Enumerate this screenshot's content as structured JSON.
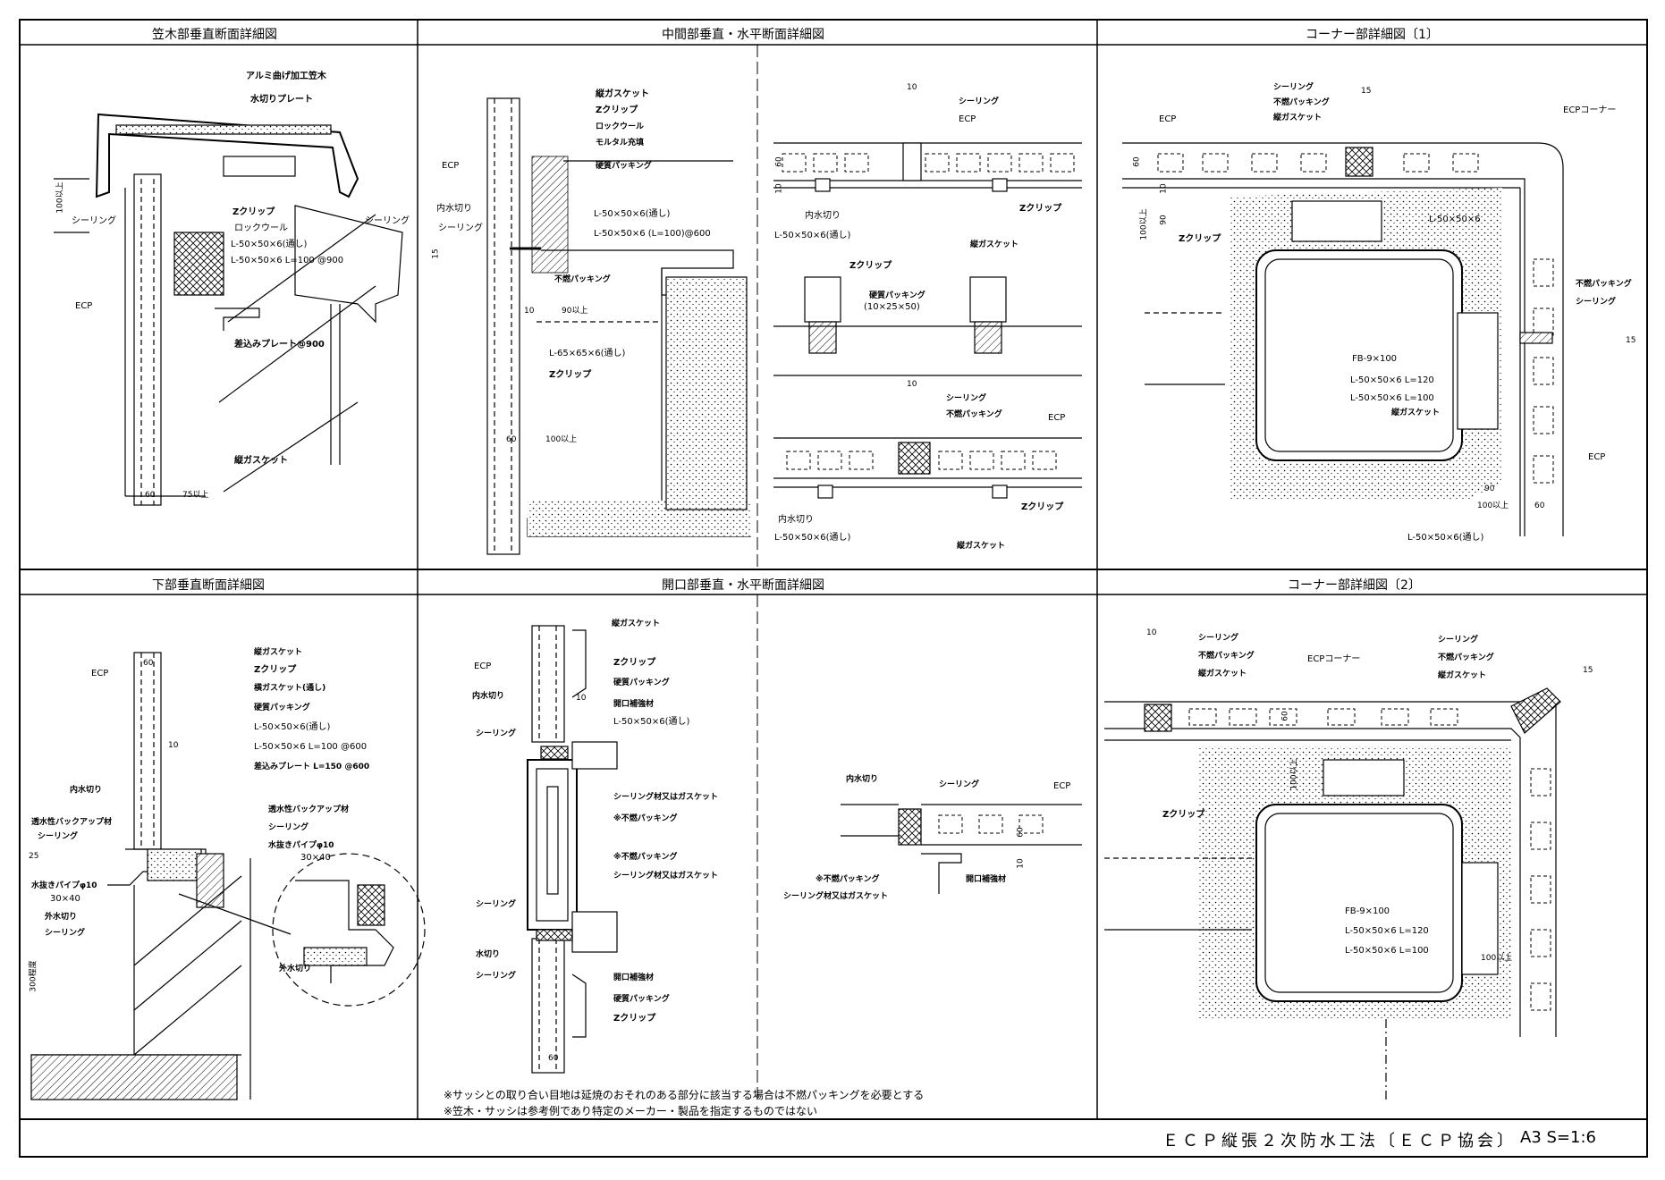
{
  "panels": {
    "p1": {
      "title": "笠木部垂直断面詳細図",
      "labels": {
        "alumi": "アルミ曲げ加工笠木",
        "mizukiri_plate": "水切りプレート",
        "dim100": "100以上",
        "sealing_l": "シーリング",
        "sealing_r": "シーリング",
        "zclip": "Zクリップ",
        "rockwool": "ロックウール",
        "angle1": "L-50×50×6(通し)",
        "angle2": "L-50×50×6  L=100 @900",
        "ecp": "ECP",
        "plate": "差込みプレート@900",
        "gasket": "縦ガスケット",
        "dim60": "60",
        "dim75": "75以上"
      }
    },
    "p2": {
      "title": "中間部垂直・水平断面詳細図",
      "labels": {
        "gasket": "縦ガスケット",
        "zclip": "Zクリップ",
        "rockwool": "ロックウール",
        "mortar": "モルタル充填",
        "ecp": "ECP",
        "hard_packing": "硬質パッキング",
        "inner_mizukiri": "内水切り",
        "angle1": "L-50×50×6(通し)",
        "sealing": "シーリング",
        "angle2": "L-50×50×6 (L=100)@600",
        "dim15": "15",
        "fire_packing": "不燃パッキング",
        "dim90": "90以上",
        "dim10": "10",
        "angle3": "L-65×65×6(通し)",
        "zclip2": "Zクリップ",
        "dim60": "60",
        "dim100": "100以上",
        "h_dim10": "10",
        "h_sealing": "シーリング",
        "h_ecp": "ECP",
        "h_dim60": "60",
        "h_dim10b": "10",
        "h_inner": "内水切り",
        "h_angle": "L-50×50×6(通し)",
        "h_zclip": "Zクリップ",
        "h_gasket": "縦ガスケット",
        "c_zclip": "Zクリップ",
        "c_hard": "硬質パッキング",
        "c_size": "(10×25×50)",
        "b_dim10": "10",
        "b_sealing": "シーリング",
        "b_fire": "不燃パッキング",
        "b_ecp": "ECP",
        "b_zclip": "Zクリップ",
        "b_inner": "内水切り",
        "b_angle": "L-50×50×6(通し)",
        "b_gasket": "縦ガスケット"
      }
    },
    "p3": {
      "title": "コーナー部詳細図〔1〕",
      "labels": {
        "sealing": "シーリング",
        "fire_packing": "不燃パッキング",
        "gasket": "縦ガスケット",
        "dim15": "15",
        "ecp": "ECP",
        "ecp_corner": "ECPコーナー",
        "dim60": "60",
        "dim10": "10",
        "dim90": "90",
        "dim100": "100以上",
        "zclip": "Zクリップ",
        "angle": "L-50×50×6",
        "fire_packing2": "不燃パッキング",
        "sealing2": "シーリング",
        "dim15b": "15",
        "fb": "FB-9×100",
        "angle120": "L-50×50×6  L=120",
        "angle100": "L-50×50×6  L=100",
        "gasket2": "縦ガスケット",
        "ecp2": "ECP",
        "dim90b": "90",
        "dim100b": "100以上",
        "dim60b": "60",
        "angle_through": "L-50×50×6(通し)"
      }
    },
    "p4": {
      "title": "下部垂直断面詳細図",
      "labels": {
        "dim60": "60",
        "ecp": "ECP",
        "gasket": "縦ガスケット",
        "zclip": "Zクリップ",
        "h_gasket": "横ガスケット(通し)",
        "hard_packing": "硬質パッキング",
        "angle1": "L-50×50×6(通し)",
        "angle2": "L-50×50×6  L=100 @600",
        "plate": "差込みプレート  L=150 @600",
        "dim10": "10",
        "inner_mizukiri": "内水切り",
        "backup": "透水性バックアップ材",
        "sealing": "シーリング",
        "dim25": "25",
        "pipe": "水抜きパイプφ10",
        "size": "30×40",
        "outer_mizukiri": "外水切り",
        "sealing2": "シーリング",
        "z_backup": "透水性バックアップ材",
        "z_sealing": "シーリング",
        "z_pipe": "水抜きパイプφ10",
        "z_size": "30×40",
        "z_outer": "外水切り",
        "dim300": "300程度"
      }
    },
    "p5": {
      "title": "開口部垂直・水平断面詳細図",
      "labels": {
        "gasket": "縦ガスケット",
        "ecp": "ECP",
        "zclip": "Zクリップ",
        "inner_mizukiri": "内水切り",
        "hard_packing": "硬質パッキング",
        "reinforce": "開口補強材",
        "dim10": "10",
        "angle": "L-50×50×6(通し)",
        "sealing": "シーリング",
        "seal_or_gasket": "シーリング材又はガスケット",
        "fire_packing": "※不燃パッキング",
        "fire_packing2": "※不燃パッキング",
        "seal_or_gasket2": "シーリング材又はガスケット",
        "sealing2": "シーリング",
        "mizukiri": "水切り",
        "sealing3": "シーリング",
        "reinforce2": "開口補強材",
        "hard_packing2": "硬質パッキング",
        "zclip2": "Zクリップ",
        "dim60": "60",
        "h_inner": "内水切り",
        "h_sealing": "シーリング",
        "h_ecp": "ECP",
        "h_dim60": "60",
        "h_dim10": "10",
        "h_fire": "※不燃パッキング",
        "h_seal_gasket": "シーリング材又はガスケット",
        "h_reinforce": "開口補強材"
      }
    },
    "p6": {
      "title": "コーナー部詳細図〔2〕",
      "labels": {
        "dim10": "10",
        "sealing": "シーリング",
        "fire_packing": "不燃パッキング",
        "gasket": "縦ガスケット",
        "ecp_corner": "ECPコーナー",
        "sealing_r": "シーリング",
        "fire_packing_r": "不燃パッキング",
        "gasket_r": "縦ガスケット",
        "dim15": "15",
        "dim60": "60",
        "dim100": "100以上",
        "zclip": "Zクリップ",
        "fb": "FB-9×100",
        "angle120": "L-50×50×6  L=120",
        "angle100": "L-50×50×6  L=100",
        "dim100b": "100以上"
      }
    }
  },
  "notes": [
    "※サッシとの取り合い目地は延焼のおそれのある部分に該当する場合は不燃パッキングを必要とする",
    "※笠木・サッシは参考例であり特定のメーカー・製品を指定するものではない"
  ],
  "footer": {
    "title": "ＥＣＰ縦張２次防水工法〔ＥＣＰ協会〕",
    "scale": "A3  S=1:6"
  }
}
